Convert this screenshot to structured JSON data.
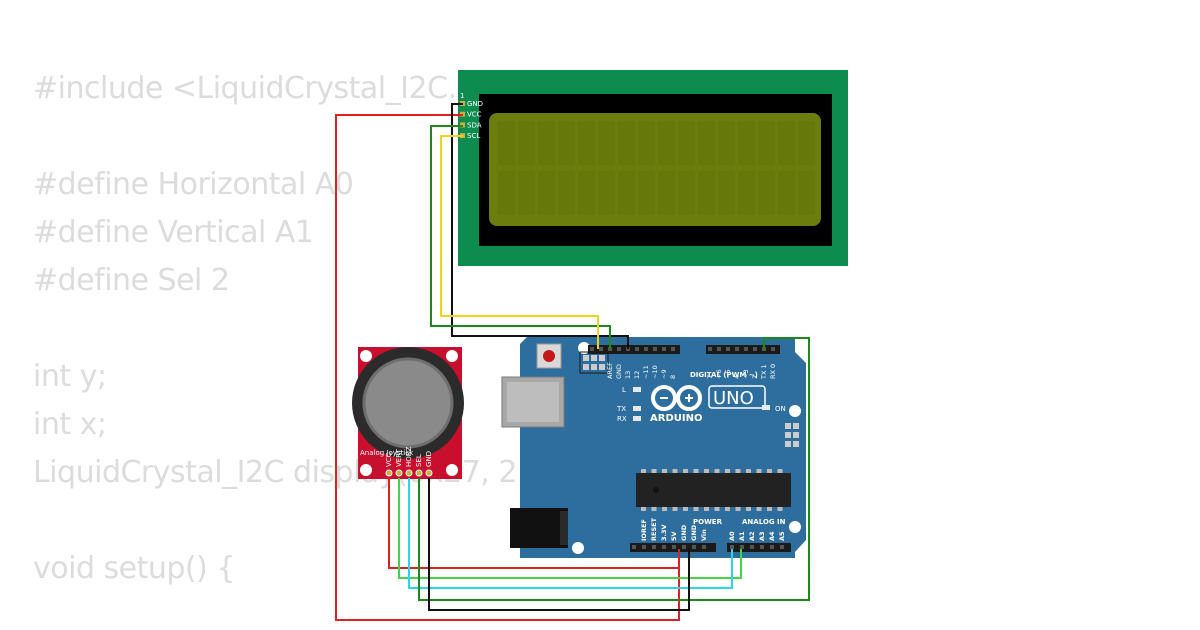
{
  "code_lines": [
    "#include <LiquidCrystal_I2C.",
    "",
    "#define Horizontal A0",
    "#define Vertical A1",
    "#define Sel 2",
    "",
    "int y;",
    "int x;",
    "LiquidCrystal_I2C display(0x27, 2",
    "",
    "void setup() {"
  ],
  "lcd": {
    "pins": [
      "GND",
      "VCC",
      "SDA",
      "SCL"
    ],
    "pin1": "1"
  },
  "joystick": {
    "label": "Analog Joystick",
    "pins": [
      "VCC",
      "VERT",
      "HORZ",
      "SEL",
      "GND"
    ]
  },
  "arduino": {
    "brand": "ARDUINO",
    "model": "UNO",
    "on_label": "ON",
    "led_labels": [
      "L",
      "TX",
      "RX"
    ],
    "digital_header": "DIGITAL (PWM ~)",
    "digital_pins": [
      "AREF",
      "GND",
      "13",
      "12",
      "~11",
      "~10",
      "~9",
      "8",
      "7",
      "~6",
      "~5",
      "4",
      "~3",
      "2",
      "TX 1",
      "RX 0"
    ],
    "power_header": "POWER",
    "power_pins": [
      "IOREF",
      "RESET",
      "3.3V",
      "5V",
      "GND",
      "GND",
      "Vin"
    ],
    "analog_header": "ANALOG IN",
    "analog_pins": [
      "A0",
      "A1",
      "A2",
      "A3",
      "A4",
      "A5"
    ]
  },
  "colors": {
    "code_text": "#dcdcdc",
    "lcd_pcb": "#0e8c4f",
    "lcd_screen": "#6b7d0c",
    "board": "#2e6e9e",
    "joystick_pcb": "#c8102e",
    "wire_red": "#e02020",
    "wire_black": "#111111",
    "wire_green": "#1a8a1a",
    "wire_yellow": "#f2d21b",
    "wire_lightgreen": "#44d444",
    "wire_cyan": "#2bd6e6"
  }
}
